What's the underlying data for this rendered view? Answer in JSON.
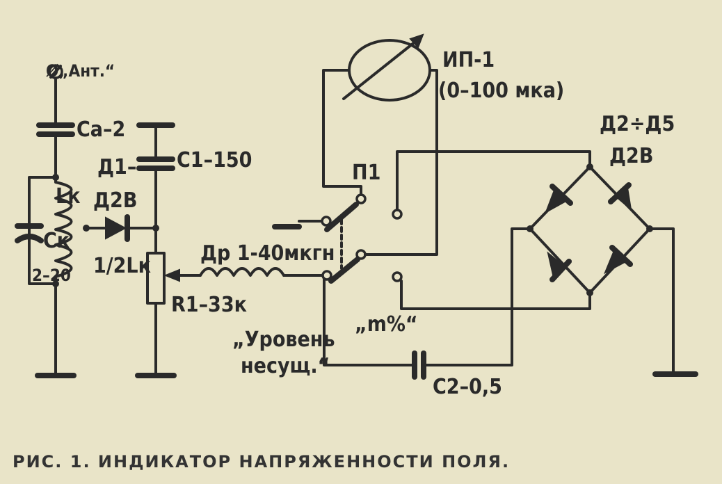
{
  "labels": {
    "antenna": "Ø„Ант.“",
    "c_a": "Cа–2",
    "c_1": "C1–150",
    "d_1": "Д1–",
    "d_1_type": "Д2В",
    "l_k": "Lк",
    "c_k": "Cк",
    "c_k_range": "2–20",
    "half_l_k": "1/2Lк",
    "r_1": "R1–33к",
    "choke": "Др 1-40мкгн",
    "switch": "П1",
    "meter": "ИП-1",
    "meter_range": "(0–100 мка)",
    "bridge_diodes": "Д2÷Д5",
    "bridge_type": "Д2В",
    "pos_carrier_1": "„Уровень",
    "pos_carrier_2": "несущ.“",
    "pos_modulation": "„m%“",
    "c_2": "C2–0,5"
  },
  "caption": "РИС. 1. ИНДИКАТОР НАПРЯЖЕННОСТИ ПОЛЯ."
}
